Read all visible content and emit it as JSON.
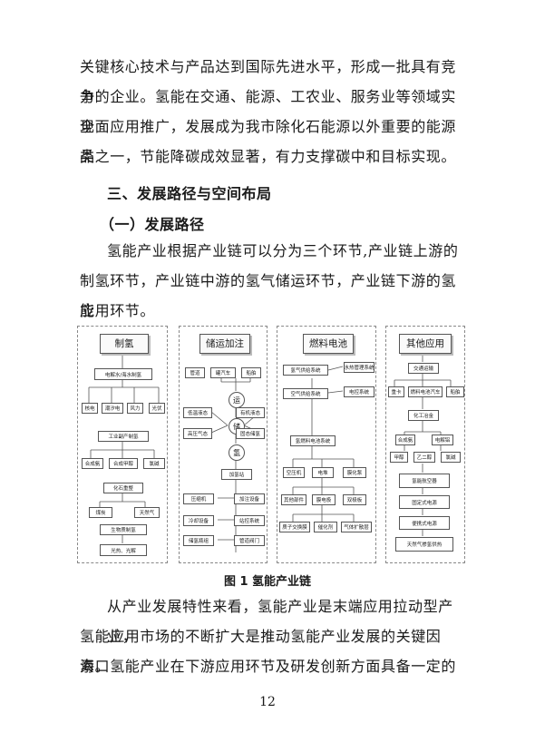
{
  "paragraphs": {
    "p1_lines": [
      "关键核心技术与产品达到国际先进水平，形成一批具有竞争",
      "力的企业。氢能在交通、能源、工农业、服务业等领域实现",
      "全面应用推广，发展成为我市除化石能源以外重要的能源品",
      "类之一，节能降碳成效显著，有力支撑碳中和目标实现。"
    ],
    "p2_lines": [
      "氢能产业根据产业链可以分为三个环节,产业链上游的",
      "制氢环节，产业链中游的氢气储运环节，产业链下游的氢能",
      "应用环节。"
    ],
    "p3_lines": [
      "从产业发展特性来看，氢能产业是末端应用拉动型产业，",
      "氢能应用市场的不断扩大是推动氢能产业发展的关键因素。",
      "海口氢能产业在下游应用环节及研发创新方面具备一定的"
    ]
  },
  "headings": {
    "section": "三、发展路径与空间布局",
    "subsection": "（一）发展路径"
  },
  "figure": {
    "caption": "图 1 氢能产业链",
    "zhiqing": {
      "title": "制氢",
      "electrolysis": "电解水/海水制氢",
      "sources": [
        "核电",
        "潮汐电",
        "风力",
        "光伏"
      ],
      "byproduct": "工业副产制氢",
      "byproduct_items": [
        "合成氨",
        "合成甲醇",
        "氯碱"
      ],
      "fossil": "化石重整",
      "fossil_items": [
        "煤炭",
        "天然气"
      ],
      "biomass": "生物质制氢",
      "bio_items": "光热、光解"
    },
    "chuyun": {
      "title": "储运加注",
      "transport": [
        "管道",
        "罐汽车",
        "船舶"
      ],
      "yun_char": "运",
      "chu_char": "储",
      "qing_char": "氢",
      "storage_left": [
        "低温液态",
        "高压气态"
      ],
      "storage_right": [
        "有机液态",
        "固态储氢"
      ],
      "station": "加氢站",
      "station_items": [
        "压缩机",
        "加注设备",
        "冷却设备",
        "站控系统",
        "储氢瓶组",
        "管道阀门"
      ]
    },
    "ranliao": {
      "title": "燃料电池",
      "subsystems": [
        "氢气供给系统",
        "空气供给系统"
      ],
      "side": [
        "水热管理系统",
        "电控系统"
      ],
      "system": "氢燃料电池系统",
      "parts": [
        "空压机",
        "电堆",
        "膜化泵"
      ],
      "subparts": [
        "其他部件",
        "膜电极",
        "双极板"
      ],
      "subsub": [
        "质子交换膜",
        "催化剂",
        "气体扩散层"
      ]
    },
    "qita": {
      "title": "其他应用",
      "transport": "交通运输",
      "transport_items": [
        "重卡",
        "燃料电池汽车",
        "船舶"
      ],
      "chem": "化工冶金",
      "chem_items": [
        "合成氨",
        "电解铝"
      ],
      "chem_items2": [
        "甲醇",
        "乙二醇",
        "氯碱"
      ],
      "others": [
        "氢能航空器",
        "固定式电源",
        "便携式电源",
        "天然气掺氢供热"
      ]
    }
  },
  "page_number": "12"
}
